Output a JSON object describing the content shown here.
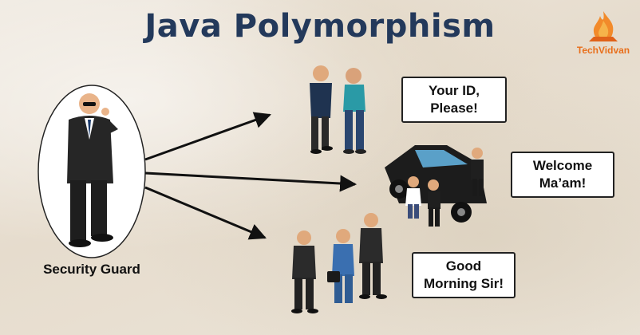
{
  "title": "Java Polymorphism",
  "brand": {
    "name": "TechVidvan"
  },
  "guard": {
    "caption": "Security Guard"
  },
  "bubbles": [
    {
      "text": "Your ID,\nPlease!"
    },
    {
      "text": "Welcome\nMa’am!"
    },
    {
      "text": "Good\nMorning Sir!"
    }
  ],
  "colors": {
    "title": "#23395b",
    "brand": "#e86f1c",
    "oval_fill": "#ffffff",
    "arrow": "#111111"
  }
}
